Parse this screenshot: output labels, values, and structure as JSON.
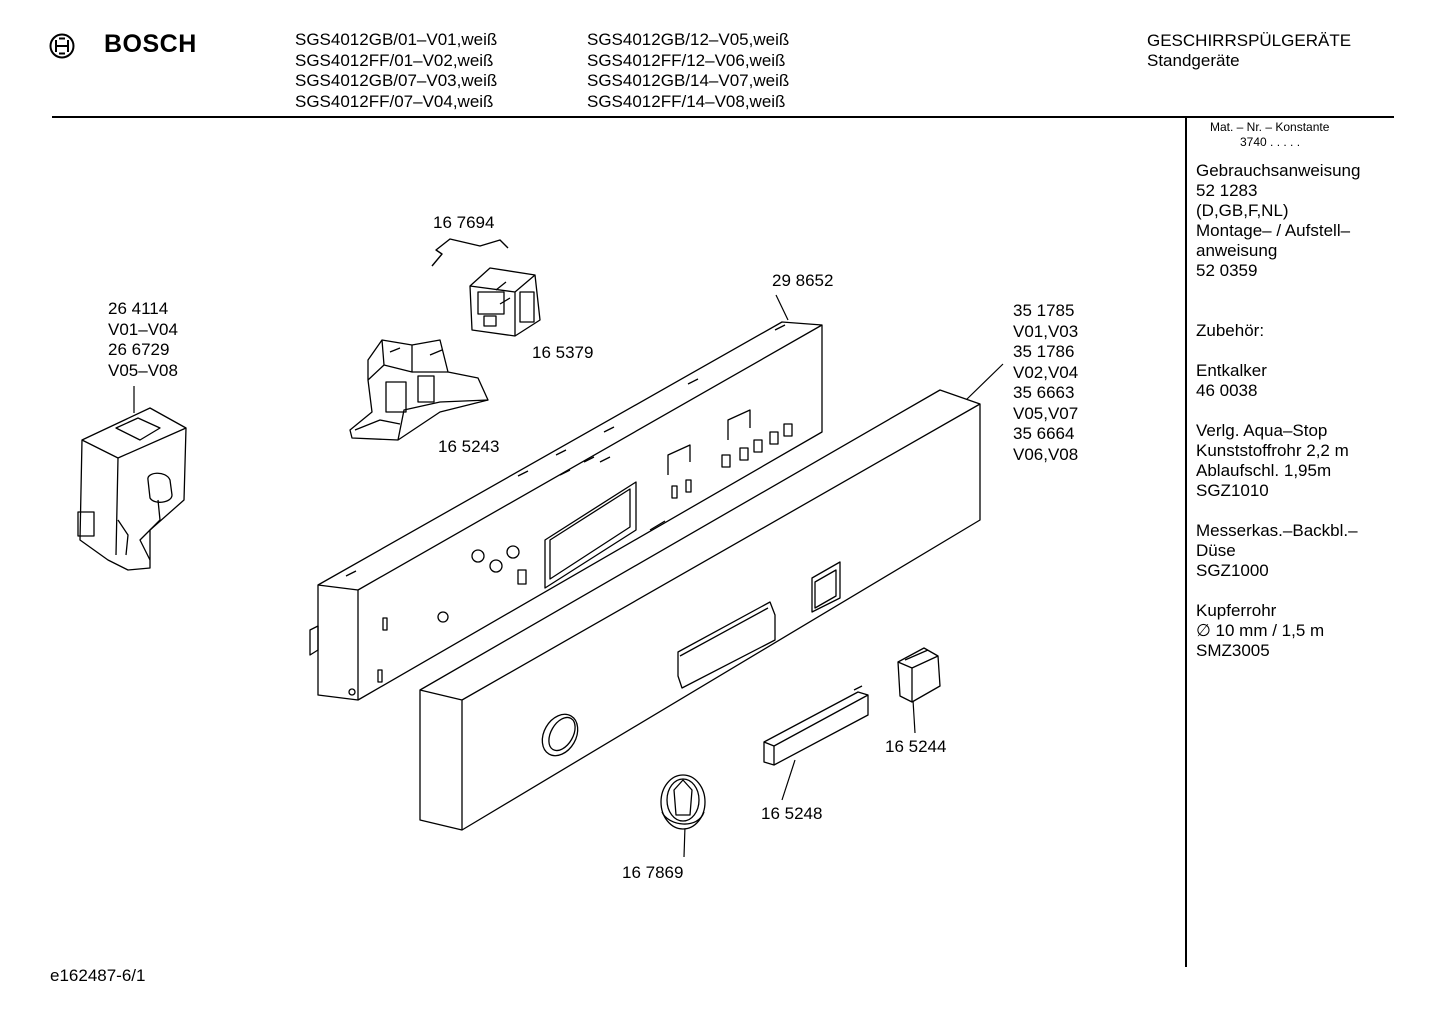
{
  "header": {
    "brand": "BOSCH",
    "models_col1": [
      "SGS4012GB/01–V01,weiß",
      "SGS4012FF/01–V02,weiß",
      "SGS4012GB/07–V03,weiß",
      "SGS4012FF/07–V04,weiß"
    ],
    "models_col2": [
      "SGS4012GB/12–V05,weiß",
      "SGS4012FF/12–V06,weiß",
      "SGS4012GB/14–V07,weiß",
      "SGS4012FF/14–V08,weiß"
    ],
    "category": "GESCHIRRSPÜLGERÄTE",
    "subcategory": "Standgeräte"
  },
  "sidebar": {
    "mat_label": "Mat. – Nr. – Konstante",
    "mat_value": "3740 .  .  .  .  .",
    "lines": [
      "Gebrauchsanweisung",
      "52 1283",
      "(D,GB,F,NL)",
      "Montage– / Aufstell–",
      "anweisung",
      "52 0359",
      "",
      "",
      "Zubehör:",
      "",
      "Entkalker",
      "46 0038",
      "",
      "Verlg. Aqua–Stop",
      "Kunststoffrohr 2,2 m",
      "Ablaufschl. 1,95m",
      "SGZ1010",
      "",
      "Messerkas.–Backbl.–",
      "Düse",
      "SGZ1000",
      "",
      "Kupferrohr",
      "∅ 10 mm / 1,5 m",
      "SMZ3005"
    ]
  },
  "parts": {
    "p1": "16 7694",
    "p2": "29 8652",
    "p3": "16 5379",
    "p4": "16 5243",
    "p5_lines": [
      "26 4114",
      "V01–V04",
      "26 6729",
      "V05–V08"
    ],
    "p6_lines": [
      "35 1785",
      "V01,V03",
      "35 1786",
      "V02,V04",
      "35 6663",
      "V05,V07",
      "35 6664",
      "V06,V08"
    ],
    "p7": "16 5244",
    "p8": "16 5248",
    "p9": "16 7869"
  },
  "footer": {
    "doc_id": "e162487-6/1"
  }
}
